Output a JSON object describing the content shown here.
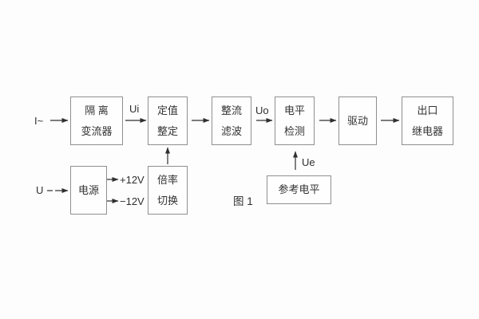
{
  "figure": {
    "caption": "图 1",
    "colors": {
      "border": "#8f8f8f",
      "text": "#333333",
      "arrow": "#2f2f2f",
      "background": "#fdfdfd"
    }
  },
  "blocks": {
    "isolation": {
      "line1": "隔 离",
      "line2": "变流器"
    },
    "setting": {
      "line1": "定值",
      "line2": "整定"
    },
    "rectifier": {
      "line1": "整流",
      "line2": "滤波"
    },
    "level": {
      "line1": "电平",
      "line2": "检测"
    },
    "drive": {
      "label": "驱动"
    },
    "output_relay": {
      "line1": "出口",
      "line2": "继电器"
    },
    "power": {
      "label": "电源"
    },
    "ratio": {
      "line1": "倍率",
      "line2": "切换"
    },
    "reference": {
      "label": "参考电平"
    }
  },
  "signals": {
    "input_current": "I~",
    "input_voltage": "U",
    "ui": "Ui",
    "uo": "Uo",
    "ue": "Ue",
    "plus12": "+12V",
    "minus12": "−12V"
  }
}
